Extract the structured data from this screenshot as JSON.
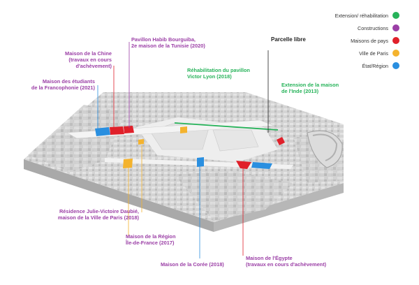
{
  "colors": {
    "extension": "#27b35a",
    "construction": "#9b3fa6",
    "pays": "#e0202a",
    "ville": "#f4b32e",
    "etat": "#2a8fe0"
  },
  "legend": [
    {
      "label": "Extension/ réhabilitation",
      "color": "#27b35a"
    },
    {
      "label": "Constructions",
      "color": "#9b3fa6"
    },
    {
      "label": "Maisons de pays",
      "color": "#e0202a"
    },
    {
      "label": "Ville de Paris",
      "color": "#f4b32e"
    },
    {
      "label": "État/Région",
      "color": "#2a8fe0"
    }
  ],
  "labels": {
    "chine": "Maison de la Chine\n(travaux en cours d'achèvement)",
    "bourguiba": "Pavillon Habib Bourguiba,\n2e maison de la Tunisie (2020)",
    "parcelle": "Parcelle libre",
    "etudiants": "Maison des étudiants\nde la Francophonie (2021)",
    "lyon": "Réhabilitation du pavillon\nVictor Lyon (2018)",
    "inde": "Extension de la maison\nde l'Inde (2013)",
    "daubie": "Résidence Julie-Victoire Daubié,\nmaison de la Ville de Paris (2018)",
    "region": "Maison de la Région\nÎle-de-France (2017)",
    "coree": "Maison de la Corée (2018)",
    "egypte": "Maison de l'Égypte\n(travaux en cours d'achèvement)"
  }
}
